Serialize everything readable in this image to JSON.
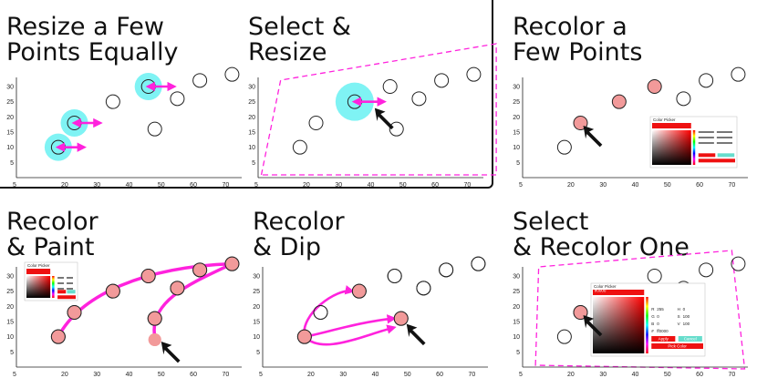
{
  "panels": [
    {
      "title": "Resize a Few\nPoints Equally"
    },
    {
      "title": "Select &\nResize"
    },
    {
      "title": "Recolor a\nFew Points"
    },
    {
      "title": "Recolor\n& Paint"
    },
    {
      "title": "Recolor\n& Dip"
    },
    {
      "title": "Select\n& Recolor One"
    }
  ],
  "colors": {
    "accent": "#ff22dd",
    "resize_glow": "#7ff3f4",
    "recolor_fill": "#f29a9a",
    "picker_red": "#ee1111",
    "picker_teal": "#66ddcc",
    "marker": "#111111"
  },
  "color_picker": {
    "title": "Color Picker",
    "hex_value": "ff0000",
    "fields": [
      {
        "label": "R",
        "value": "255"
      },
      {
        "label": "G",
        "value": "0"
      },
      {
        "label": "B",
        "value": "0"
      },
      {
        "label": "H",
        "value": "0"
      },
      {
        "label": "S",
        "value": "100"
      },
      {
        "label": "V",
        "value": "100"
      }
    ],
    "hash_value": "ff0000",
    "buttons": [
      "Apply",
      "Cancel",
      "Pick Color"
    ]
  },
  "chart_data": [
    {
      "type": "scatter",
      "title": "Resize a Few\nPoints Equally",
      "xticks": [
        5,
        20,
        30,
        40,
        50,
        60,
        70
      ],
      "yticks": [
        5,
        10,
        15,
        20,
        25,
        30
      ],
      "xlim": [
        5,
        75
      ],
      "ylim": [
        0,
        33
      ],
      "points": [
        {
          "x": 18,
          "y": 10,
          "state": "resized"
        },
        {
          "x": 23,
          "y": 18,
          "state": "resized"
        },
        {
          "x": 35,
          "y": 25,
          "state": "plain"
        },
        {
          "x": 46,
          "y": 30,
          "state": "resized"
        },
        {
          "x": 48,
          "y": 16,
          "state": "plain"
        },
        {
          "x": 55,
          "y": 26,
          "state": "plain"
        },
        {
          "x": 62,
          "y": 32,
          "state": "plain"
        },
        {
          "x": 72,
          "y": 34,
          "state": "plain"
        }
      ]
    },
    {
      "type": "scatter",
      "title": "Select &\nResize",
      "xticks": [
        5,
        20,
        30,
        40,
        50,
        60,
        70
      ],
      "yticks": [
        5,
        10,
        15,
        20,
        25,
        30
      ],
      "xlim": [
        5,
        75
      ],
      "ylim": [
        0,
        33
      ],
      "points": [
        {
          "x": 18,
          "y": 10,
          "state": "plain"
        },
        {
          "x": 23,
          "y": 18,
          "state": "plain"
        },
        {
          "x": 35,
          "y": 25,
          "state": "resized"
        },
        {
          "x": 46,
          "y": 30,
          "state": "plain"
        },
        {
          "x": 48,
          "y": 16,
          "state": "plain"
        },
        {
          "x": 55,
          "y": 26,
          "state": "plain"
        },
        {
          "x": 62,
          "y": 32,
          "state": "plain"
        },
        {
          "x": 72,
          "y": 34,
          "state": "plain"
        }
      ]
    },
    {
      "type": "scatter",
      "title": "Recolor a\nFew Points",
      "xticks": [
        5,
        20,
        30,
        40,
        50,
        60,
        70
      ],
      "yticks": [
        5,
        10,
        15,
        20,
        25,
        30
      ],
      "xlim": [
        5,
        75
      ],
      "ylim": [
        0,
        33
      ],
      "points": [
        {
          "x": 18,
          "y": 10,
          "state": "plain"
        },
        {
          "x": 23,
          "y": 18,
          "state": "recolored"
        },
        {
          "x": 35,
          "y": 25,
          "state": "recolored"
        },
        {
          "x": 46,
          "y": 30,
          "state": "recolored"
        },
        {
          "x": 48,
          "y": 16,
          "state": "plain"
        },
        {
          "x": 55,
          "y": 26,
          "state": "plain"
        },
        {
          "x": 62,
          "y": 32,
          "state": "plain"
        },
        {
          "x": 72,
          "y": 34,
          "state": "plain"
        }
      ]
    },
    {
      "type": "scatter",
      "title": "Recolor\n& Paint",
      "xticks": [
        5,
        20,
        30,
        40,
        50,
        60,
        70
      ],
      "yticks": [
        5,
        10,
        15,
        20,
        25,
        30
      ],
      "xlim": [
        5,
        75
      ],
      "ylim": [
        0,
        33
      ],
      "points": [
        {
          "x": 18,
          "y": 10,
          "state": "recolored"
        },
        {
          "x": 23,
          "y": 18,
          "state": "recolored"
        },
        {
          "x": 35,
          "y": 25,
          "state": "recolored"
        },
        {
          "x": 46,
          "y": 30,
          "state": "recolored"
        },
        {
          "x": 48,
          "y": 16,
          "state": "recolored"
        },
        {
          "x": 55,
          "y": 26,
          "state": "recolored"
        },
        {
          "x": 62,
          "y": 32,
          "state": "recolored"
        },
        {
          "x": 72,
          "y": 34,
          "state": "recolored"
        },
        {
          "x": 48,
          "y": 9,
          "state": "recolored-nostroke"
        }
      ]
    },
    {
      "type": "scatter",
      "title": "Recolor\n& Dip",
      "xticks": [
        5,
        20,
        30,
        40,
        50,
        60,
        70
      ],
      "yticks": [
        5,
        10,
        15,
        20,
        25,
        30
      ],
      "xlim": [
        5,
        75
      ],
      "ylim": [
        0,
        33
      ],
      "points": [
        {
          "x": 18,
          "y": 10,
          "state": "recolored"
        },
        {
          "x": 23,
          "y": 18,
          "state": "plain"
        },
        {
          "x": 35,
          "y": 25,
          "state": "recolored"
        },
        {
          "x": 46,
          "y": 30,
          "state": "plain"
        },
        {
          "x": 48,
          "y": 16,
          "state": "recolored"
        },
        {
          "x": 55,
          "y": 26,
          "state": "plain"
        },
        {
          "x": 62,
          "y": 32,
          "state": "plain"
        },
        {
          "x": 72,
          "y": 34,
          "state": "plain"
        }
      ]
    },
    {
      "type": "scatter",
      "title": "Select\n& Recolor One",
      "xticks": [
        5,
        20,
        30,
        40,
        50,
        60,
        70
      ],
      "yticks": [
        5,
        10,
        15,
        20,
        25,
        30
      ],
      "xlim": [
        5,
        75
      ],
      "ylim": [
        0,
        33
      ],
      "points": [
        {
          "x": 18,
          "y": 10,
          "state": "plain"
        },
        {
          "x": 23,
          "y": 18,
          "state": "recolored"
        },
        {
          "x": 35,
          "y": 25,
          "state": "plain"
        },
        {
          "x": 46,
          "y": 30,
          "state": "plain"
        },
        {
          "x": 48,
          "y": 16,
          "state": "plain"
        },
        {
          "x": 55,
          "y": 26,
          "state": "plain"
        },
        {
          "x": 62,
          "y": 32,
          "state": "plain"
        },
        {
          "x": 72,
          "y": 34,
          "state": "plain"
        }
      ]
    }
  ]
}
